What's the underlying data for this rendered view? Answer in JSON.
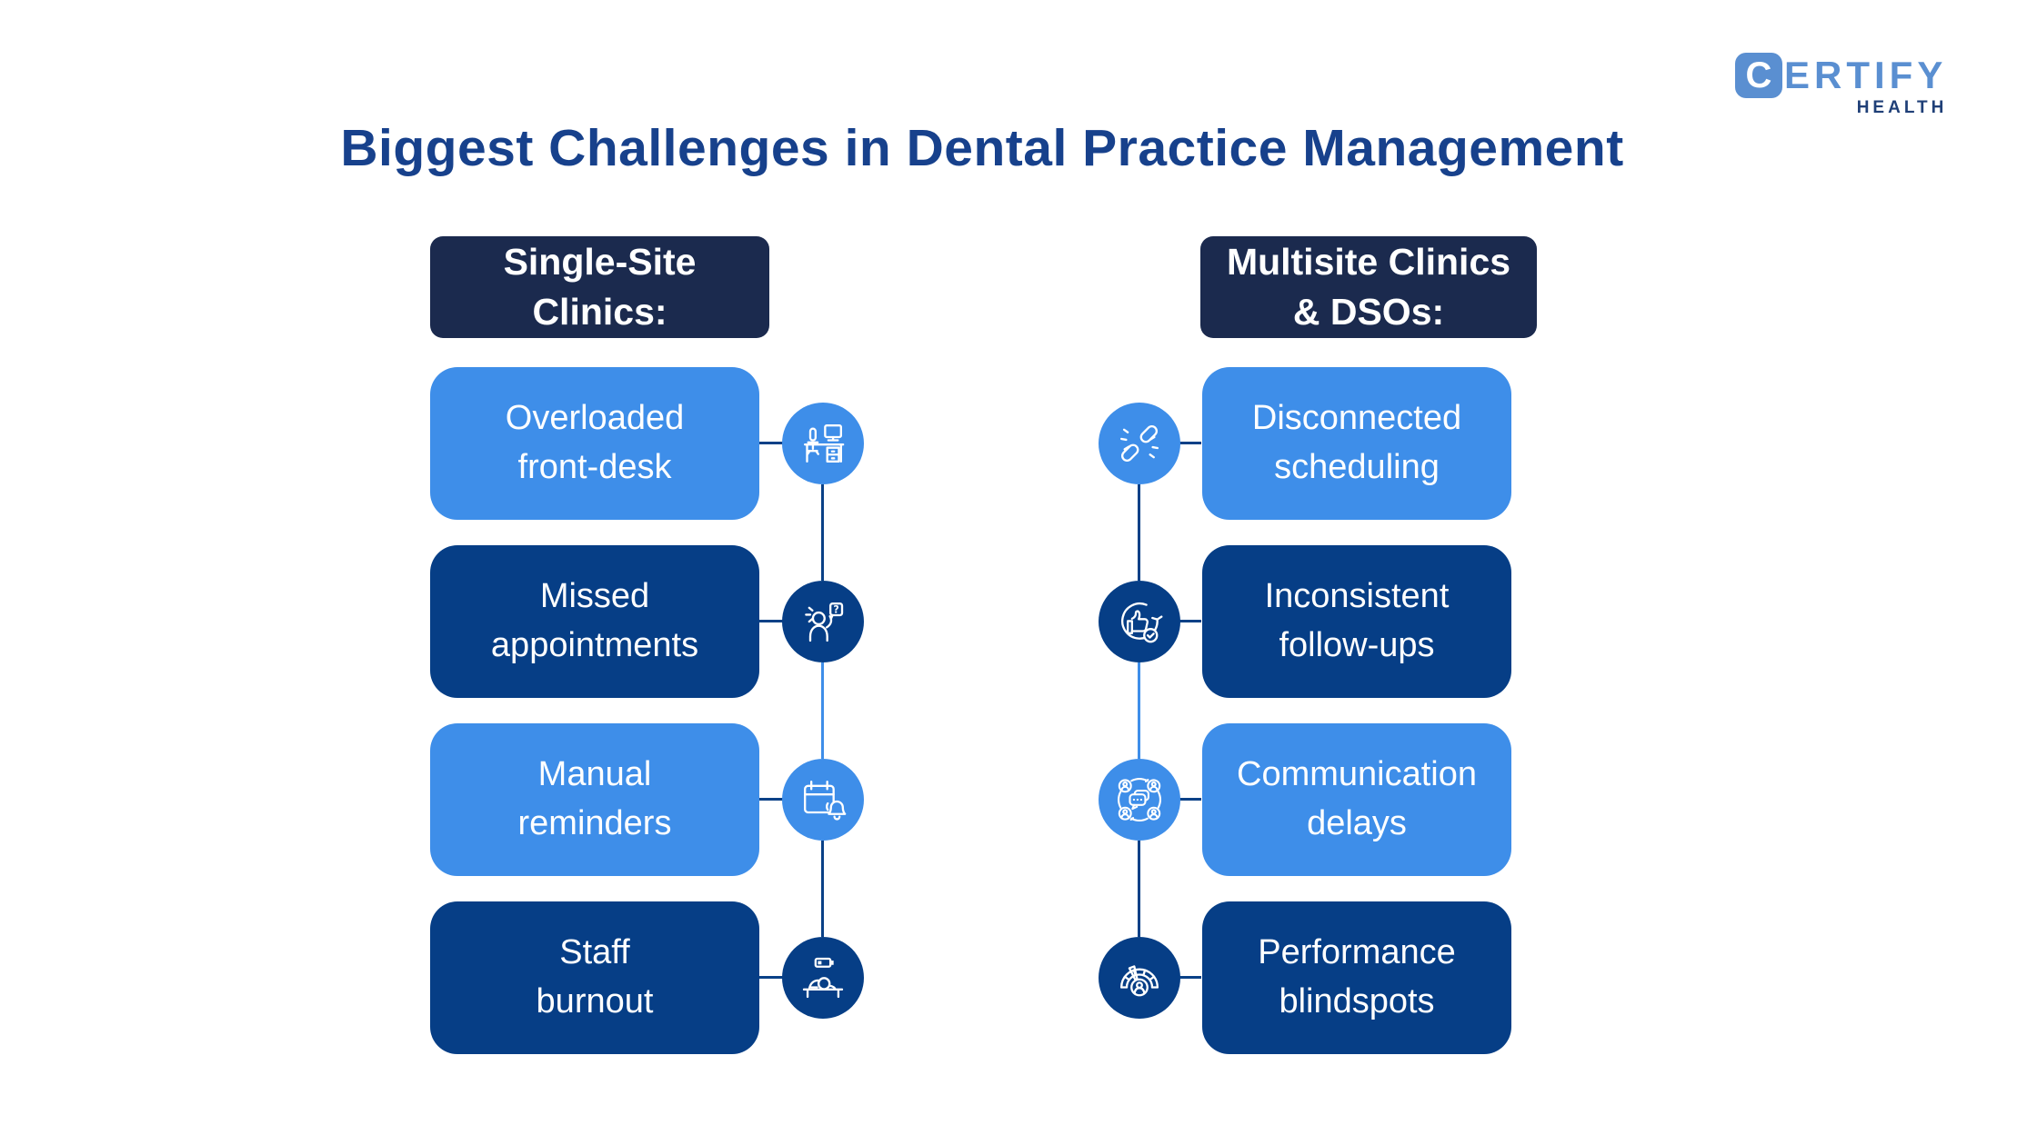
{
  "logo": {
    "mark_letter": "C",
    "brand_rest": "ERTIFY",
    "subbrand": "HEALTH"
  },
  "title": "Biggest Challenges in Dental Practice Management",
  "colors": {
    "background": "#ffffff",
    "title_blue": "#17418c",
    "header_navy": "#1b2a4e",
    "dark_blue": "#063e86",
    "light_blue": "#3e8ee9",
    "connector_navy": "#0a4187",
    "text_white": "#ffffff",
    "logo_blue": "#5a8fd1",
    "logo_navy": "#1f3f77"
  },
  "columns": [
    {
      "header": "Single-Site Clinics:",
      "header_lines": [
        "Single-Site",
        "Clinics:"
      ],
      "items": [
        {
          "label": "Overloaded front-desk",
          "lines": [
            "Overloaded",
            "front-desk"
          ],
          "tone": "light",
          "icon": "desk-workstation-icon"
        },
        {
          "label": "Missed appointments",
          "lines": [
            "Missed",
            "appointments"
          ],
          "tone": "dark",
          "icon": "confused-person-icon"
        },
        {
          "label": "Manual reminders",
          "lines": [
            "Manual",
            "reminders"
          ],
          "tone": "light",
          "icon": "calendar-bell-icon"
        },
        {
          "label": "Staff burnout",
          "lines": [
            "Staff",
            "burnout"
          ],
          "tone": "dark",
          "icon": "burnout-battery-icon"
        }
      ]
    },
    {
      "header": "Multisite Clinics & DSOs:",
      "header_lines": [
        "Multisite Clinics",
        "& DSOs:"
      ],
      "items": [
        {
          "label": "Disconnected scheduling",
          "lines": [
            "Disconnected",
            "scheduling"
          ],
          "tone": "light",
          "icon": "broken-link-icon"
        },
        {
          "label": "Inconsistent follow-ups",
          "lines": [
            "Inconsistent",
            "follow-ups"
          ],
          "tone": "dark",
          "icon": "thumbs-up-refresh-icon"
        },
        {
          "label": "Communication delays",
          "lines": [
            "Communication",
            "delays"
          ],
          "tone": "light",
          "icon": "communication-network-icon"
        },
        {
          "label": "Performance blindspots",
          "lines": [
            "Performance",
            "blindspots"
          ],
          "tone": "dark",
          "icon": "performance-gauge-icon"
        }
      ]
    }
  ]
}
